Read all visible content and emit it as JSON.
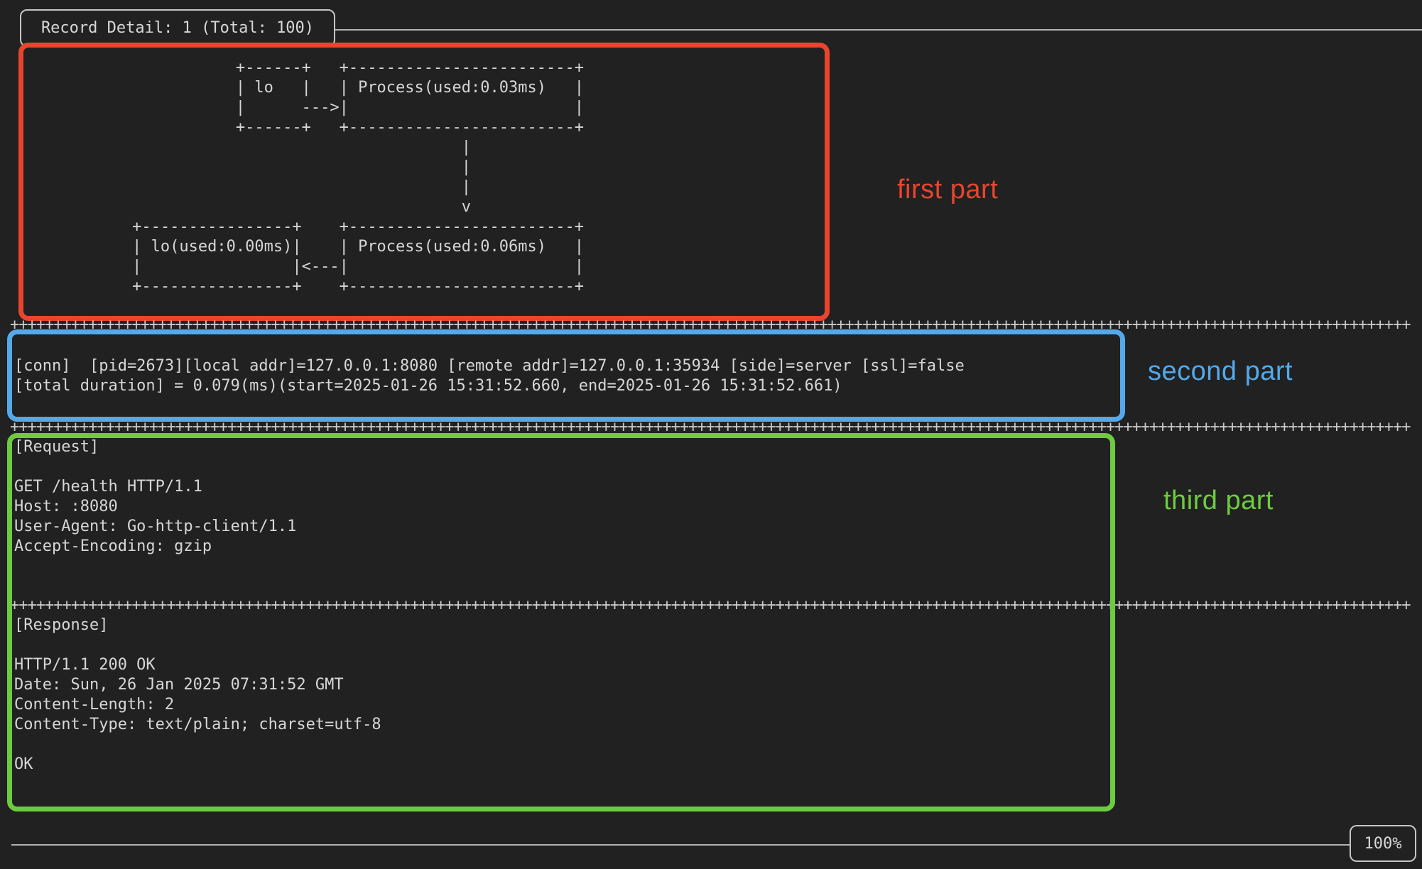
{
  "colors": {
    "bg": "#212121",
    "term-text": "#d6d6d6",
    "line-grey": "#b3b3b3",
    "box-grey": "#c6c6c6",
    "red": "#e8452d",
    "blue": "#54a9ea",
    "green": "#6dcb3f"
  },
  "terminal": {
    "title": "Record Detail: 1 (Total: 100)",
    "zoom_badge": "100%",
    "divider": "+++++++++++++++++++++++++++++++++++++++++++++++++++++++++++++++++++++++++++++++++++++++++++++++++++++++++++++++++++++++++++++++++++++++++++++++++++++++++++++++++",
    "diagram": [
      "                        +------+   +------------------------+",
      "                        | lo   |   | Process(used:0.03ms)   |",
      "                        |      --->|                        |",
      "                        +------+   +------------------------+",
      "                                                |",
      "                                                |",
      "                                                |",
      "                                                v",
      "             +----------------+    +------------------------+",
      "             | lo(used:0.00ms)|    | Process(used:0.06ms)   |",
      "             |                |<---|                        |",
      "             +----------------+    +------------------------+"
    ],
    "conn_lines": [
      "[conn]  [pid=2673][local addr]=127.0.0.1:8080 [remote addr]=127.0.0.1:35934 [side]=server [ssl]=false",
      "[total duration] = 0.079(ms)(start=2025-01-26 15:31:52.660, end=2025-01-26 15:31:52.661)"
    ],
    "request_lines": [
      "[Request]",
      "",
      "GET /health HTTP/1.1",
      "Host: :8080",
      "User-Agent: Go-http-client/1.1",
      "Accept-Encoding: gzip"
    ],
    "response_lines": [
      "[Response]",
      "",
      "HTTP/1.1 200 OK",
      "Date: Sun, 26 Jan 2025 07:31:52 GMT",
      "Content-Length: 2",
      "Content-Type: text/plain; charset=utf-8",
      "",
      "OK"
    ]
  },
  "annotations": {
    "first": {
      "label": "first part",
      "color": "#e8452d"
    },
    "second": {
      "label": "second part",
      "color": "#54a9ea"
    },
    "third": {
      "label": "third part",
      "color": "#6dcb3f"
    }
  }
}
